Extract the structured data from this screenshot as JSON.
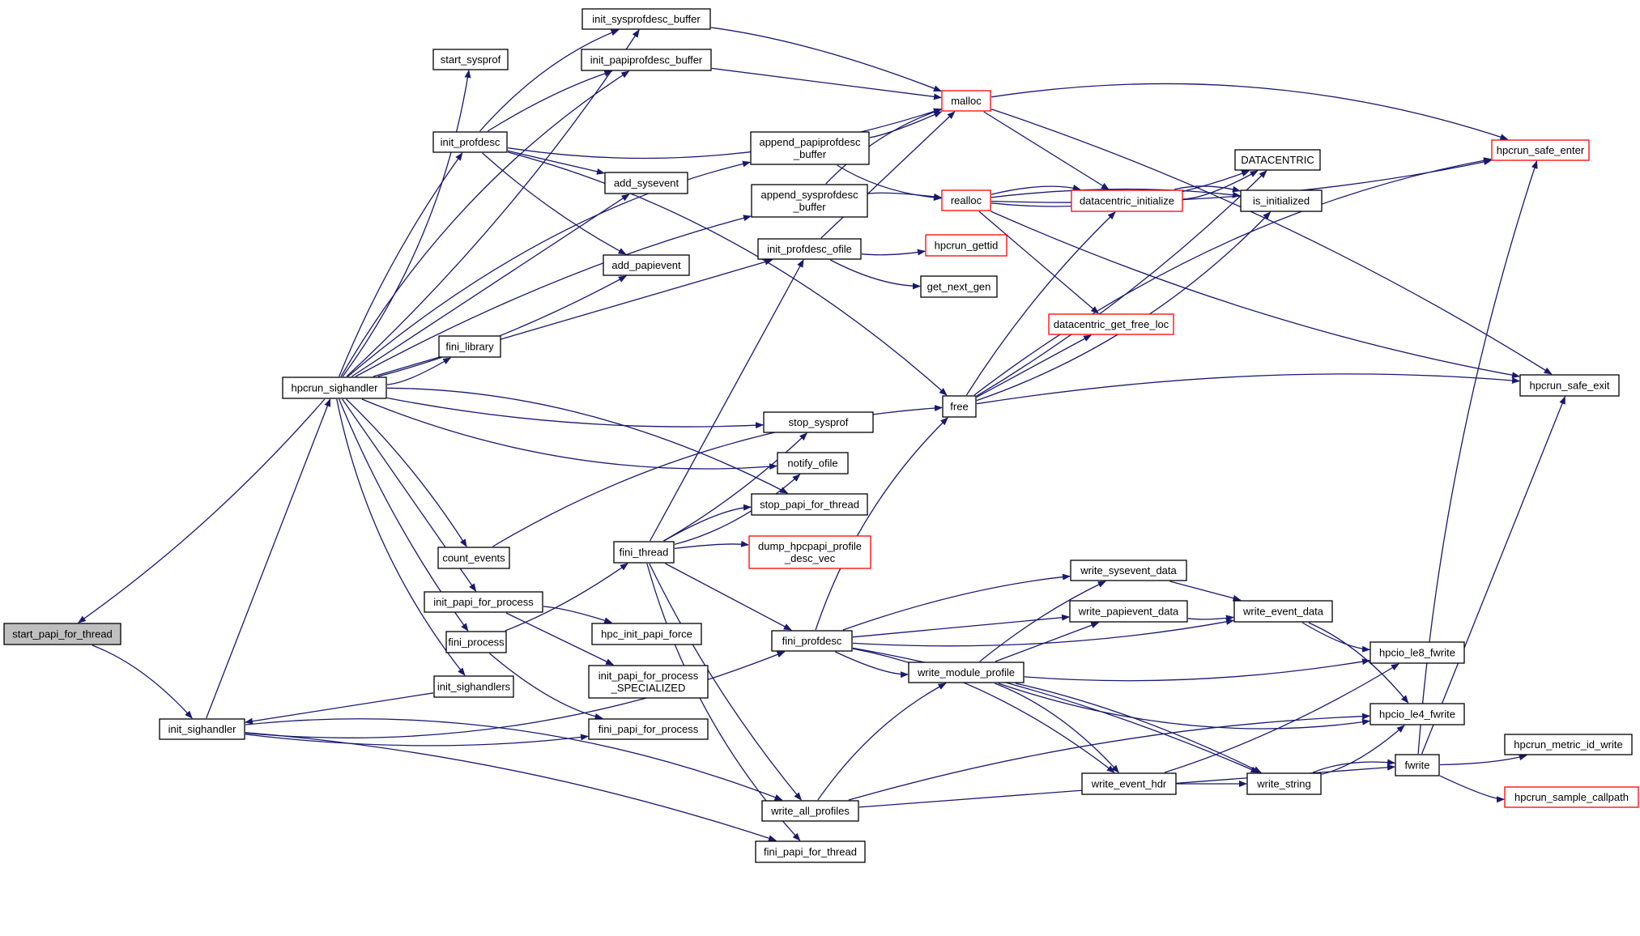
{
  "graph": {
    "title": "call graph",
    "edge_color": "#191970",
    "external_border_color": "#ff0000",
    "root_fill": "#bfbfbf",
    "nodes": [
      {
        "id": "start_papi_for_thread",
        "lines": [
          "start_papi_for_thread"
        ],
        "style": "root"
      },
      {
        "id": "init_sighandler",
        "lines": [
          "init_sighandler"
        ],
        "style": "normal"
      },
      {
        "id": "hpcrun_sighandler",
        "lines": [
          "hpcrun_sighandler"
        ],
        "style": "normal"
      },
      {
        "id": "init_sysprofdesc_buffer",
        "lines": [
          "init_sysprofdesc_buffer"
        ],
        "style": "normal"
      },
      {
        "id": "start_sysprof",
        "lines": [
          "start_sysprof"
        ],
        "style": "normal"
      },
      {
        "id": "init_papiprofdesc_buffer",
        "lines": [
          "init_papiprofdesc_buffer"
        ],
        "style": "normal"
      },
      {
        "id": "init_profdesc",
        "lines": [
          "init_profdesc"
        ],
        "style": "normal"
      },
      {
        "id": "add_sysevent",
        "lines": [
          "add_sysevent"
        ],
        "style": "normal"
      },
      {
        "id": "add_papievent",
        "lines": [
          "add_papievent"
        ],
        "style": "normal"
      },
      {
        "id": "fini_library",
        "lines": [
          "fini_library"
        ],
        "style": "normal"
      },
      {
        "id": "append_papiprofdesc_buffer",
        "lines": [
          "append_papiprofdesc",
          "_buffer"
        ],
        "style": "normal"
      },
      {
        "id": "append_sysprofdesc_buffer",
        "lines": [
          "append_sysprofdesc",
          "_buffer"
        ],
        "style": "normal"
      },
      {
        "id": "init_profdesc_ofile",
        "lines": [
          "init_profdesc_ofile"
        ],
        "style": "normal"
      },
      {
        "id": "malloc",
        "lines": [
          "malloc"
        ],
        "style": "external"
      },
      {
        "id": "realloc",
        "lines": [
          "realloc"
        ],
        "style": "external"
      },
      {
        "id": "hpcrun_gettid",
        "lines": [
          "hpcrun_gettid"
        ],
        "style": "external"
      },
      {
        "id": "get_next_gen",
        "lines": [
          "get_next_gen"
        ],
        "style": "normal"
      },
      {
        "id": "datacentric_initialize",
        "lines": [
          "datacentric_initialize"
        ],
        "style": "external"
      },
      {
        "id": "datacentric_get_free_loc",
        "lines": [
          "datacentric_get_free_loc"
        ],
        "style": "external"
      },
      {
        "id": "DATACENTRIC",
        "lines": [
          "DATACENTRIC"
        ],
        "style": "normal"
      },
      {
        "id": "is_initialized",
        "lines": [
          "is_initialized"
        ],
        "style": "normal"
      },
      {
        "id": "hpcrun_safe_enter",
        "lines": [
          "hpcrun_safe_enter"
        ],
        "style": "external"
      },
      {
        "id": "hpcrun_safe_exit",
        "lines": [
          "hpcrun_safe_exit"
        ],
        "style": "normal"
      },
      {
        "id": "free",
        "lines": [
          "free"
        ],
        "style": "normal"
      },
      {
        "id": "stop_sysprof",
        "lines": [
          "stop_sysprof"
        ],
        "style": "normal"
      },
      {
        "id": "notify_ofile",
        "lines": [
          "notify_ofile"
        ],
        "style": "normal"
      },
      {
        "id": "stop_papi_for_thread",
        "lines": [
          "stop_papi_for_thread"
        ],
        "style": "normal"
      },
      {
        "id": "dump_hpcpapi_profile_desc_vec",
        "lines": [
          "dump_hpcpapi_profile",
          "_desc_vec"
        ],
        "style": "external"
      },
      {
        "id": "count_events",
        "lines": [
          "count_events"
        ],
        "style": "normal"
      },
      {
        "id": "fini_thread",
        "lines": [
          "fini_thread"
        ],
        "style": "normal"
      },
      {
        "id": "init_papi_for_process",
        "lines": [
          "init_papi_for_process"
        ],
        "style": "normal"
      },
      {
        "id": "fini_process",
        "lines": [
          "fini_process"
        ],
        "style": "normal"
      },
      {
        "id": "hpc_init_papi_force",
        "lines": [
          "hpc_init_papi_force"
        ],
        "style": "normal"
      },
      {
        "id": "init_sighandlers",
        "lines": [
          "init_sighandlers"
        ],
        "style": "normal"
      },
      {
        "id": "init_papi_for_process_SPECIALIZED",
        "lines": [
          "init_papi_for_process",
          "_SPECIALIZED"
        ],
        "style": "normal"
      },
      {
        "id": "fini_papi_for_process",
        "lines": [
          "fini_papi_for_process"
        ],
        "style": "normal"
      },
      {
        "id": "fini_profdesc",
        "lines": [
          "fini_profdesc"
        ],
        "style": "normal"
      },
      {
        "id": "write_sysevent_data",
        "lines": [
          "write_sysevent_data"
        ],
        "style": "normal"
      },
      {
        "id": "write_papievent_data",
        "lines": [
          "write_papievent_data"
        ],
        "style": "normal"
      },
      {
        "id": "write_event_data",
        "lines": [
          "write_event_data"
        ],
        "style": "normal"
      },
      {
        "id": "write_module_profile",
        "lines": [
          "write_module_profile"
        ],
        "style": "normal"
      },
      {
        "id": "hpcio_le8_fwrite",
        "lines": [
          "hpcio_le8_fwrite"
        ],
        "style": "normal"
      },
      {
        "id": "hpcio_le4_fwrite",
        "lines": [
          "hpcio_le4_fwrite"
        ],
        "style": "normal"
      },
      {
        "id": "write_event_hdr",
        "lines": [
          "write_event_hdr"
        ],
        "style": "normal"
      },
      {
        "id": "write_string",
        "lines": [
          "write_string"
        ],
        "style": "normal"
      },
      {
        "id": "fwrite",
        "lines": [
          "fwrite"
        ],
        "style": "normal"
      },
      {
        "id": "hpcrun_metric_id_write",
        "lines": [
          "hpcrun_metric_id_write"
        ],
        "style": "normal"
      },
      {
        "id": "hpcrun_sample_callpath",
        "lines": [
          "hpcrun_sample_callpath"
        ],
        "style": "external"
      },
      {
        "id": "write_all_profiles",
        "lines": [
          "write_all_profiles"
        ],
        "style": "normal"
      },
      {
        "id": "fini_papi_for_thread",
        "lines": [
          "fini_papi_for_thread"
        ],
        "style": "normal"
      }
    ],
    "edges": [
      [
        "start_papi_for_thread",
        "init_sighandler"
      ],
      [
        "hpcrun_sighandler",
        "start_papi_for_thread"
      ],
      [
        "init_sighandler",
        "hpcrun_sighandler"
      ],
      [
        "init_sighandler",
        "fini_papi_for_process"
      ],
      [
        "init_sighandler",
        "fini_profdesc"
      ],
      [
        "init_sighandler",
        "write_all_profiles"
      ],
      [
        "init_sighandler",
        "fini_papi_for_thread"
      ],
      [
        "init_sighandlers",
        "init_sighandler"
      ],
      [
        "hpcrun_sighandler",
        "init_sysprofdesc_buffer"
      ],
      [
        "hpcrun_sighandler",
        "start_sysprof"
      ],
      [
        "hpcrun_sighandler",
        "init_papiprofdesc_buffer"
      ],
      [
        "hpcrun_sighandler",
        "init_profdesc"
      ],
      [
        "hpcrun_sighandler",
        "add_sysevent"
      ],
      [
        "hpcrun_sighandler",
        "add_papievent"
      ],
      [
        "hpcrun_sighandler",
        "fini_library"
      ],
      [
        "hpcrun_sighandler",
        "append_papiprofdesc_buffer"
      ],
      [
        "hpcrun_sighandler",
        "append_sysprofdesc_buffer"
      ],
      [
        "hpcrun_sighandler",
        "init_profdesc_ofile"
      ],
      [
        "hpcrun_sighandler",
        "stop_sysprof"
      ],
      [
        "hpcrun_sighandler",
        "notify_ofile"
      ],
      [
        "hpcrun_sighandler",
        "stop_papi_for_thread"
      ],
      [
        "hpcrun_sighandler",
        "count_events"
      ],
      [
        "hpcrun_sighandler",
        "init_papi_for_process"
      ],
      [
        "hpcrun_sighandler",
        "fini_process"
      ],
      [
        "hpcrun_sighandler",
        "init_sighandlers"
      ],
      [
        "init_profdesc",
        "init_sysprofdesc_buffer"
      ],
      [
        "init_profdesc",
        "init_papiprofdesc_buffer"
      ],
      [
        "init_profdesc",
        "add_sysevent"
      ],
      [
        "init_profdesc",
        "add_papievent"
      ],
      [
        "init_profdesc",
        "malloc"
      ],
      [
        "init_profdesc",
        "free"
      ],
      [
        "init_sysprofdesc_buffer",
        "malloc"
      ],
      [
        "init_papiprofdesc_buffer",
        "malloc"
      ],
      [
        "append_papiprofdesc_buffer",
        "malloc"
      ],
      [
        "append_papiprofdesc_buffer",
        "realloc"
      ],
      [
        "append_sysprofdesc_buffer",
        "malloc"
      ],
      [
        "append_sysprofdesc_buffer",
        "realloc"
      ],
      [
        "init_profdesc_ofile",
        "malloc"
      ],
      [
        "init_profdesc_ofile",
        "hpcrun_gettid"
      ],
      [
        "init_profdesc_ofile",
        "get_next_gen"
      ],
      [
        "malloc",
        "hpcrun_safe_enter"
      ],
      [
        "malloc",
        "hpcrun_safe_exit"
      ],
      [
        "malloc",
        "datacentric_initialize"
      ],
      [
        "realloc",
        "hpcrun_safe_enter"
      ],
      [
        "realloc",
        "DATACENTRIC"
      ],
      [
        "realloc",
        "datacentric_initialize"
      ],
      [
        "realloc",
        "is_initialized"
      ],
      [
        "realloc",
        "datacentric_get_free_loc"
      ],
      [
        "realloc",
        "hpcrun_safe_exit"
      ],
      [
        "datacentric_initialize",
        "DATACENTRIC"
      ],
      [
        "datacentric_initialize",
        "is_initialized"
      ],
      [
        "free",
        "datacentric_initialize"
      ],
      [
        "free",
        "datacentric_get_free_loc"
      ],
      [
        "free",
        "DATACENTRIC"
      ],
      [
        "free",
        "is_initialized"
      ],
      [
        "free",
        "hpcrun_safe_enter"
      ],
      [
        "free",
        "hpcrun_safe_exit"
      ],
      [
        "fini_thread",
        "init_profdesc_ofile"
      ],
      [
        "fini_thread",
        "stop_sysprof"
      ],
      [
        "fini_thread",
        "notify_ofile"
      ],
      [
        "fini_thread",
        "stop_papi_for_thread"
      ],
      [
        "fini_thread",
        "dump_hpcpapi_profile_desc_vec"
      ],
      [
        "fini_thread",
        "fini_profdesc"
      ],
      [
        "fini_thread",
        "write_all_profiles"
      ],
      [
        "fini_thread",
        "fini_papi_for_thread"
      ],
      [
        "count_events",
        "free"
      ],
      [
        "init_papi_for_process",
        "hpc_init_papi_force"
      ],
      [
        "init_papi_for_process",
        "init_papi_for_process_SPECIALIZED"
      ],
      [
        "fini_process",
        "fini_thread"
      ],
      [
        "fini_process",
        "fini_papi_for_process"
      ],
      [
        "fini_profdesc",
        "free"
      ],
      [
        "fini_profdesc",
        "write_sysevent_data"
      ],
      [
        "fini_profdesc",
        "write_papievent_data"
      ],
      [
        "fini_profdesc",
        "write_event_data"
      ],
      [
        "fini_profdesc",
        "write_module_profile"
      ],
      [
        "fini_profdesc",
        "write_event_hdr"
      ],
      [
        "fini_profdesc",
        "write_string"
      ],
      [
        "write_sysevent_data",
        "write_event_data"
      ],
      [
        "write_papievent_data",
        "write_event_data"
      ],
      [
        "write_event_data",
        "hpcio_le8_fwrite"
      ],
      [
        "write_event_data",
        "hpcio_le4_fwrite"
      ],
      [
        "write_module_profile",
        "write_sysevent_data"
      ],
      [
        "write_module_profile",
        "write_papievent_data"
      ],
      [
        "write_module_profile",
        "hpcio_le8_fwrite"
      ],
      [
        "write_module_profile",
        "hpcio_le4_fwrite"
      ],
      [
        "write_module_profile",
        "write_event_hdr"
      ],
      [
        "write_module_profile",
        "write_string"
      ],
      [
        "write_event_hdr",
        "write_string"
      ],
      [
        "write_event_hdr",
        "hpcio_le8_fwrite"
      ],
      [
        "write_string",
        "hpcio_le4_fwrite"
      ],
      [
        "write_string",
        "fwrite"
      ],
      [
        "fwrite",
        "hpcrun_safe_enter"
      ],
      [
        "fwrite",
        "hpcrun_safe_exit"
      ],
      [
        "fwrite",
        "hpcrun_metric_id_write"
      ],
      [
        "fwrite",
        "hpcrun_sample_callpath"
      ],
      [
        "write_all_profiles",
        "write_module_profile"
      ],
      [
        "write_all_profiles",
        "hpcio_le4_fwrite"
      ],
      [
        "write_all_profiles",
        "fwrite"
      ]
    ]
  }
}
